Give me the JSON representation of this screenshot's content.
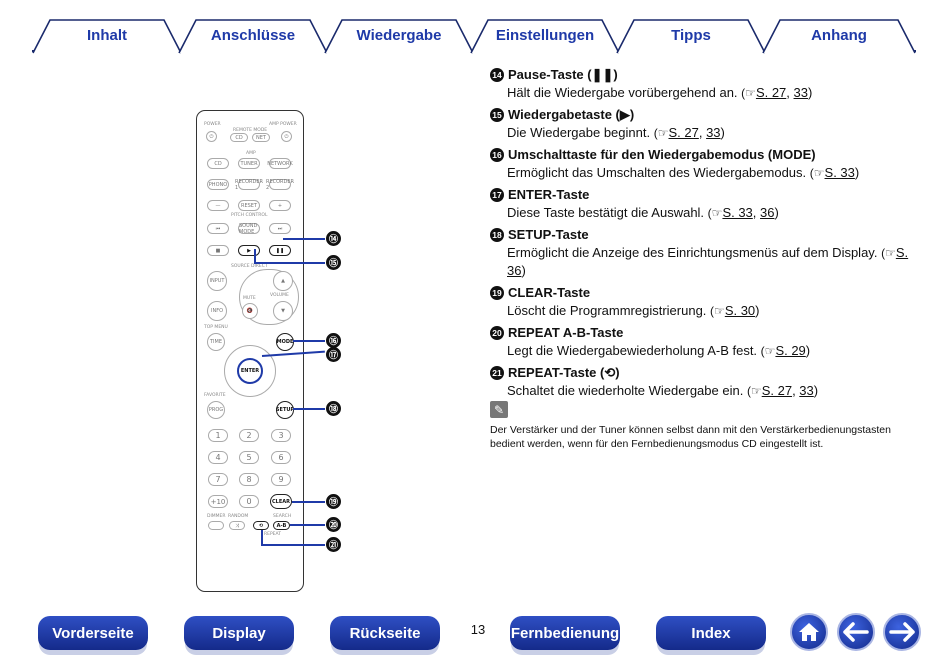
{
  "tabs": [
    "Inhalt",
    "Anschlüsse",
    "Wiedergabe",
    "Einstellungen",
    "Tipps",
    "Anhang"
  ],
  "remote": {
    "power": "POWER",
    "remote_mode": "REMOTE MODE",
    "amp_power": "AMP POWER",
    "cd": "CD",
    "net": "NET",
    "amp": "AMP",
    "cd_btn": "CD",
    "tuner": "TUNER",
    "network": "NETWORK",
    "phono": "PHONO",
    "recorder1": "RECORDER 1",
    "recorder2": "RECORDER 2",
    "minus": "—",
    "reset": "RESET",
    "plus": "+",
    "pitch_control": "PITCH CONTROL",
    "prev": "⏮",
    "sound_mode": "SOUND MODE",
    "next": "⏭",
    "stop": "■",
    "play": "▶",
    "pause": "❚❚",
    "source_direct": "SOURCE DIRECT",
    "input": "INPUT",
    "info": "INFO",
    "mute": "MUTE",
    "volume": "VOLUME",
    "top_menu": "TOP MENU",
    "time": "TIME",
    "mode": "MODE",
    "enter": "ENTER",
    "favorite": "FAVORITE",
    "prog": "PROG",
    "setup": "SETUP",
    "n1": "1",
    "n2": "2",
    "n3": "3",
    "n4": "4",
    "n5": "5",
    "n6": "6",
    "n7": "7",
    "n8": "8",
    "n9": "9",
    "n10": "+10",
    "n0": "0",
    "clear": "CLEAR",
    "dimmer": "DIMMER",
    "random": "RANDOM",
    "search": "SEARCH",
    "ab": "A-B",
    "repeat": "REPEAT"
  },
  "callouts": [
    "⑭",
    "⑮",
    "⑯",
    "⑰",
    "⑱",
    "⑲",
    "⑳",
    "㉑"
  ],
  "items": [
    {
      "num": "14",
      "title": "Pause-Taste (❚❚)",
      "body": "Hält die Wiedergabe vorübergehend an.",
      "ref_prefix": "(☞",
      "refs": [
        "S. 27",
        "33"
      ],
      "ref_suffix": ")"
    },
    {
      "num": "15",
      "title": "Wiedergabetaste (▶)",
      "body": "Die Wiedergabe beginnt.",
      "ref_prefix": "(☞",
      "refs": [
        "S. 27",
        "33"
      ],
      "ref_suffix": ")"
    },
    {
      "num": "16",
      "title": "Umschalttaste für den Wiedergabemodus (MODE)",
      "body": "Ermöglicht das Umschalten des Wiedergabemodus.",
      "ref_prefix": "(☞",
      "refs": [
        "S. 33"
      ],
      "ref_suffix": ")"
    },
    {
      "num": "17",
      "title": "ENTER-Taste",
      "body": "Diese Taste bestätigt die Auswahl.",
      "ref_prefix": "(☞",
      "refs": [
        "S. 33",
        "36"
      ],
      "ref_suffix": ")"
    },
    {
      "num": "18",
      "title": "SETUP-Taste",
      "body": "Ermöglicht die Anzeige des Einrichtungsmenüs auf dem Display.",
      "ref_prefix": "(☞",
      "refs": [
        "S. 36"
      ],
      "ref_suffix": ")"
    },
    {
      "num": "19",
      "title": "CLEAR-Taste",
      "body": "Löscht die Programmregistrierung.",
      "ref_prefix": "(☞",
      "refs": [
        "S. 30"
      ],
      "ref_suffix": ")"
    },
    {
      "num": "20",
      "title": "REPEAT A-B-Taste",
      "body": "Legt die Wiedergabewiederholung A-B fest.",
      "ref_prefix": "(☞",
      "refs": [
        "S. 29"
      ],
      "ref_suffix": ")"
    },
    {
      "num": "21",
      "title": "REPEAT-Taste (⟲)",
      "body": "Schaltet die wiederholte Wiedergabe ein.",
      "ref_prefix": "(☞",
      "refs": [
        "S. 27",
        "33"
      ],
      "ref_suffix": ")"
    }
  ],
  "note": "Der Verstärker und der Tuner können selbst dann mit den Verstärkerbedienungstasten bedient werden, wenn für den Fernbedienungsmodus CD eingestellt ist.",
  "bottom": {
    "front": "Vorderseite",
    "display": "Display",
    "back": "Rückseite",
    "page": "13",
    "remote": "Fernbedienung",
    "index": "Index"
  },
  "icons": {
    "home": "home-icon",
    "back": "arrow-left-icon",
    "forward": "arrow-right-icon",
    "note": "pencil-icon"
  },
  "colors": {
    "accent": "#1f3aa8",
    "tab_border": "#1a2a6c"
  }
}
